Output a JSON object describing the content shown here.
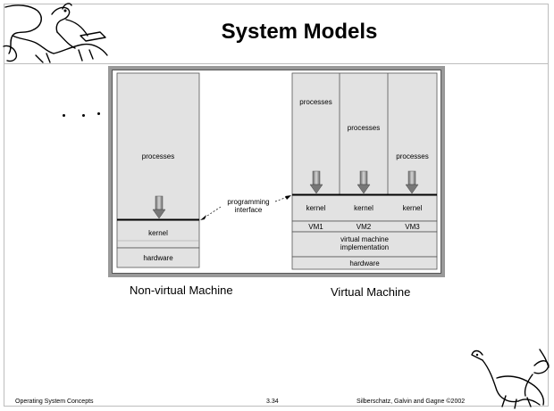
{
  "slide": {
    "title": "System Models"
  },
  "non_virtual": {
    "processes_label": "processes",
    "kernel_label": "kernel",
    "hardware_label": "hardware",
    "caption": "Non-virtual Machine"
  },
  "programming_interface": {
    "line1": "programming",
    "line2": "interface"
  },
  "virtual": {
    "vms": [
      {
        "processes_label": "processes",
        "kernel_label": "kernel",
        "vm_label": "VM1"
      },
      {
        "processes_label": "processes",
        "kernel_label": "kernel",
        "vm_label": "VM2"
      },
      {
        "processes_label": "processes",
        "kernel_label": "kernel",
        "vm_label": "VM3"
      }
    ],
    "implementation_line1": "virtual machine",
    "implementation_line2": "implementation",
    "hardware_label": "hardware",
    "caption": "Virtual Machine"
  },
  "footer": {
    "left": "Operating System Concepts",
    "center": "3.34",
    "right": "Silberschatz, Galvin and  Gagne ©2002"
  }
}
